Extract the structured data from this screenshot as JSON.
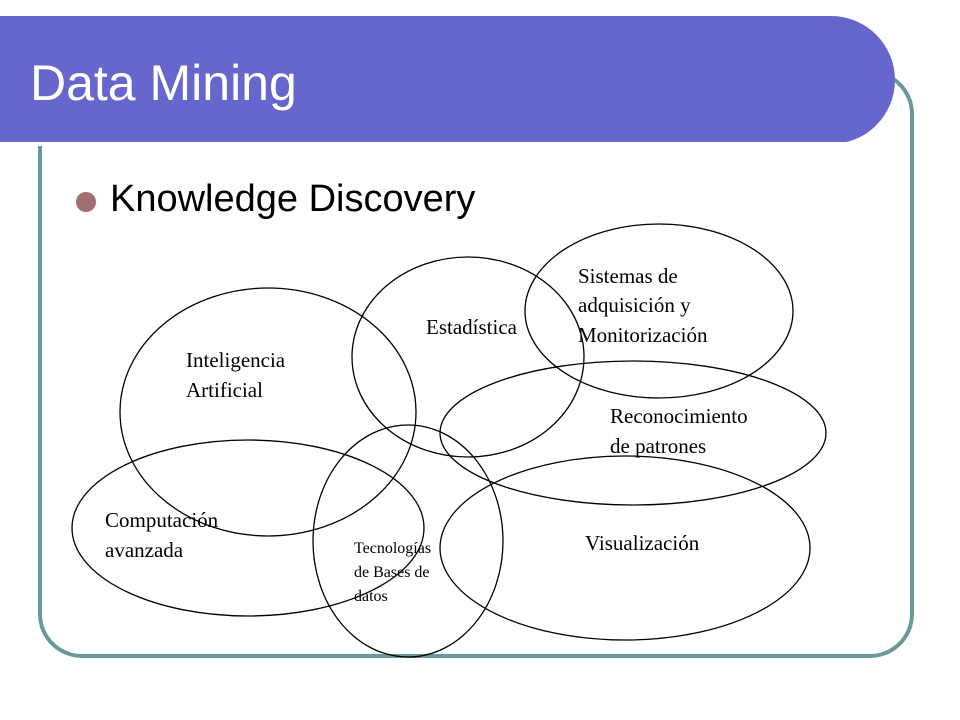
{
  "title": "Data Mining",
  "bullet": "Knowledge Discovery",
  "diagram": {
    "nodes": [
      {
        "id": "ia",
        "lines": [
          "Inteligencia",
          "Artificial"
        ]
      },
      {
        "id": "est",
        "lines": [
          "Estadística"
        ]
      },
      {
        "id": "sis",
        "lines": [
          "Sistemas de",
          "adquisición y",
          "Monitorización"
        ]
      },
      {
        "id": "rec",
        "lines": [
          "Reconocimiento",
          "de patrones"
        ]
      },
      {
        "id": "comp",
        "lines": [
          "Computación",
          "avanzada"
        ]
      },
      {
        "id": "tec",
        "lines": [
          "Tecnologías",
          "de Bases de",
          "datos"
        ]
      },
      {
        "id": "vis",
        "lines": [
          "Visualización"
        ]
      }
    ]
  },
  "colors": {
    "title_bar": "#6666cc",
    "frame_border": "#6a9a98",
    "bullet": "#a07070"
  }
}
